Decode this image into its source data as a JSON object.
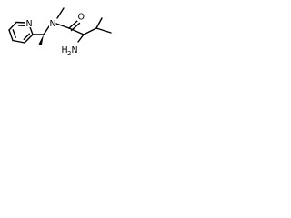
{
  "molecule": {
    "atoms": {
      "n_ring": "N",
      "n_amide": "N",
      "o_carbonyl": "O",
      "h2": "H",
      "n_amine_sub": "2",
      "n_amine": "N"
    }
  }
}
